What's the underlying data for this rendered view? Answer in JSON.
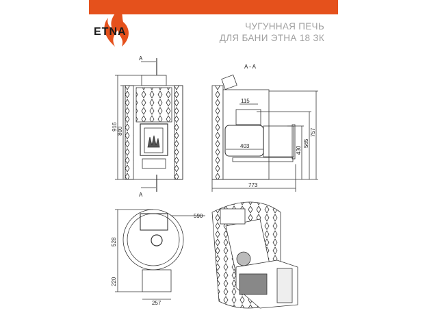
{
  "brand": {
    "name": "ETNA",
    "accent": "#e5511c"
  },
  "title": {
    "line1": "ЧУГУННАЯ ПЕЧЬ",
    "line2": "ДЛЯ БАНИ ЭТНА 18 ЗК"
  },
  "front_view": {
    "section_mark_top": "A",
    "section_mark_bottom": "A",
    "dim_total_height": "916",
    "dim_body_height": "800"
  },
  "section_view": {
    "label": "A - A",
    "dim_outlet": "115",
    "dim_firebox": "403",
    "dim_757": "757",
    "dim_565": "565",
    "dim_430": "430",
    "dim_depth": "773"
  },
  "top_view": {
    "dim_diameter": "590",
    "dim_528": "528",
    "dim_220": "220",
    "dim_257": "257"
  }
}
